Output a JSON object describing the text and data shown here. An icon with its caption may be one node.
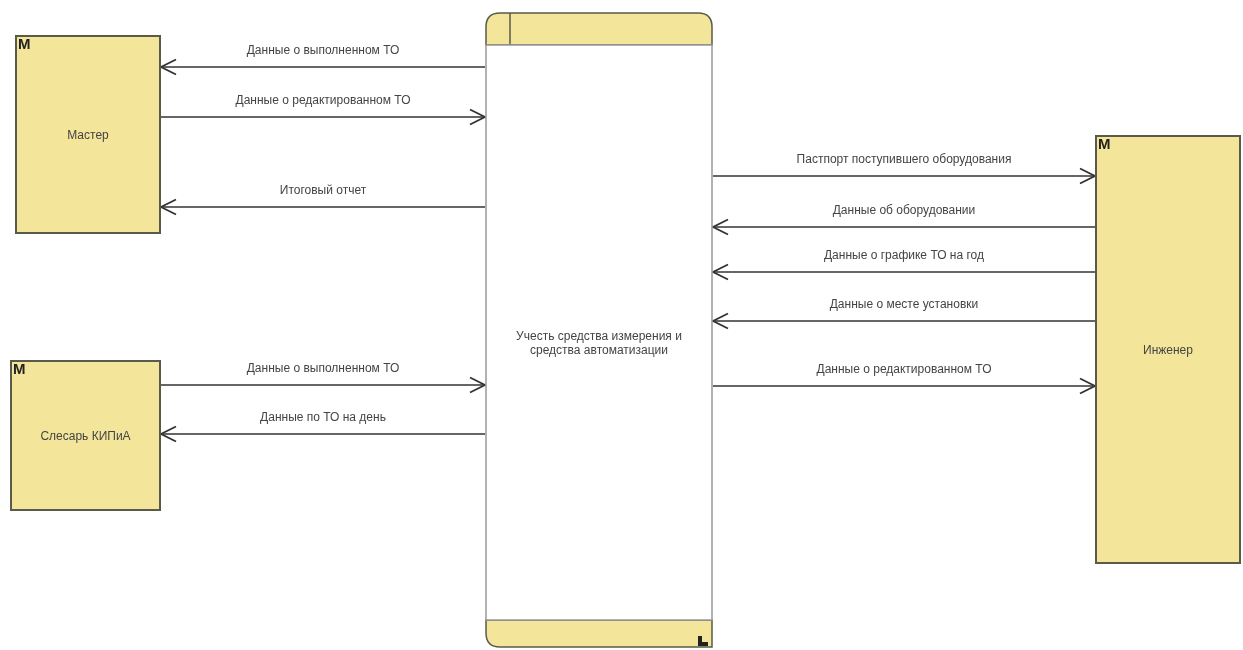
{
  "diagram": {
    "nodes": [
      {
        "text": [
          "М",
          "Мастер"
        ]
      },
      {
        "text": [
          "М",
          "Слесарь КИПиА"
        ]
      },
      {
        "text": [
          "Учесть средства измерения и средства автоматизации"
        ]
      },
      {
        "text": [
          "М",
          "Инженер"
        ]
      }
    ],
    "edges": [
      {
        "from": 2,
        "to": 0,
        "arrow": "to",
        "label": "Данные о выполненном ТО"
      },
      {
        "from": 0,
        "to": 2,
        "arrow": "to",
        "label": "Данные о редактированном ТО"
      },
      {
        "from": 2,
        "to": 0,
        "arrow": "to",
        "label": "Итоговый  отчет"
      },
      {
        "from": 1,
        "to": 2,
        "arrow": "to",
        "label": "Данные о выполненном ТО"
      },
      {
        "from": 2,
        "to": 1,
        "arrow": "to",
        "label": "Данные по ТО на день"
      },
      {
        "from": 2,
        "to": 3,
        "arrow": "to",
        "label": "Пастпорт поступившего оборудования"
      },
      {
        "from": 3,
        "to": 2,
        "arrow": "to",
        "label": "Данные об оборудовании"
      },
      {
        "from": 3,
        "to": 2,
        "arrow": "to",
        "label": "Данные о графике ТО на год"
      },
      {
        "from": 3,
        "to": 2,
        "arrow": "to",
        "label": "Данные о месте установки"
      },
      {
        "from": 2,
        "to": 3,
        "arrow": "to",
        "label": "Данные о редактированном ТО"
      }
    ]
  }
}
